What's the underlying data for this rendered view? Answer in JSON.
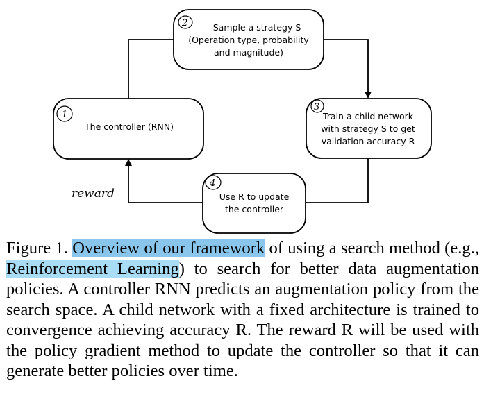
{
  "diagram": {
    "nodes": [
      {
        "id": "controller",
        "step": "1",
        "lines": [
          "The controller (RNN)"
        ]
      },
      {
        "id": "sample-strategy",
        "step": "2",
        "lines": [
          "Sample a strategy S",
          "(Operation type, probability",
          "and magnitude)"
        ]
      },
      {
        "id": "train-child",
        "step": "3",
        "lines": [
          "Train a child network",
          "with strategy S to get",
          "validation accuracy R"
        ]
      },
      {
        "id": "update-controller",
        "step": "4",
        "lines": [
          "Use R to update",
          "the controller"
        ]
      }
    ],
    "reward_label": "reward"
  },
  "caption": {
    "prefix": "Figure 1. ",
    "highlight_1": "Overview of our framework",
    "middle": " of using a search method (e.g., ",
    "highlight_2": "Reinforcement Learning",
    "suffix": ") to search for better data augmentation policies. A controller RNN predicts an augmentation policy from the search space. A child network with a fixed architecture is trained to convergence achieving accuracy R. The reward R will be used with the policy gradient method to update the controller so that it can generate better policies over time."
  },
  "colors": {
    "highlight_1": "#8ac6ec",
    "highlight_2": "#a9ddf5"
  }
}
